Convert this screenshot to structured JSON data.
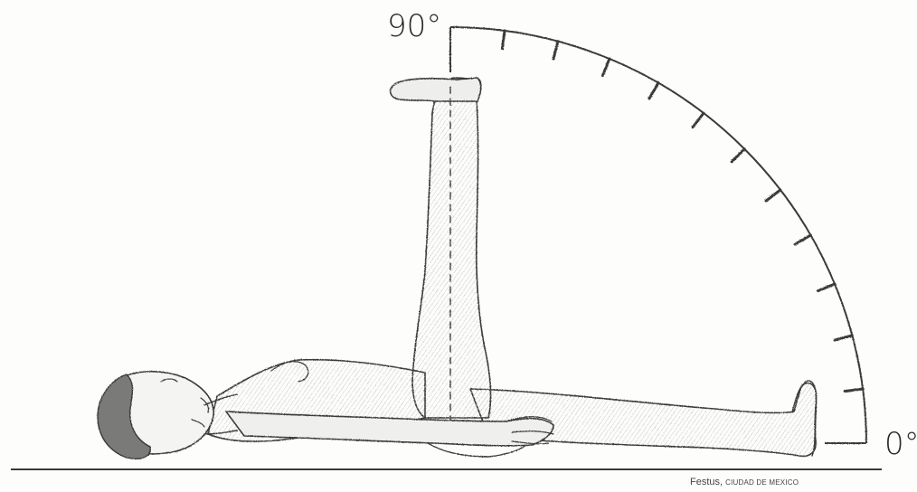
{
  "figure": {
    "angle_top_label": "90°",
    "angle_right_label": "0°",
    "credit_author": "Festus,",
    "credit_place": "CIUDAD DE MEXICO"
  },
  "protractor": {
    "start_deg": 0,
    "end_deg": 90,
    "tick_count": 12
  },
  "colors": {
    "ink": "#3a3a3a",
    "paper": "#fdfdfc",
    "shade": "#d8d8d6"
  }
}
